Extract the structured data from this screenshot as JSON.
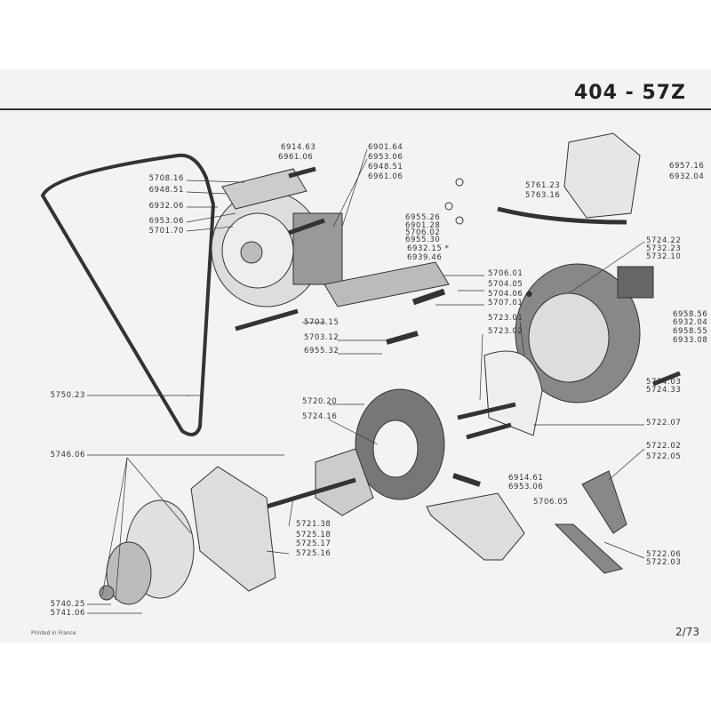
{
  "header": {
    "title": "404 - 57Z"
  },
  "footer": {
    "printed": "Printed in France",
    "page": "2/73"
  },
  "labels": {
    "l5708_16": "5708.16",
    "l6948_51a": "6948.51",
    "l6932_06": "6932.06",
    "l6953_06a": "6953.06",
    "l5701_70": "5701.70",
    "l5750_23": "5750.23",
    "l5746_06": "5746.06",
    "l5740_25": "5740.25",
    "l5741_06": "5741.06",
    "l6914_63": "6914.63",
    "l6961_06a": "6961.06",
    "l6901_64": "6901.64",
    "l6953_06b": "6953.06",
    "l6948_51b": "6948.51",
    "l6961_06b": "6961.06",
    "l6955_26": "6955.26",
    "l6901_28": "6901.28",
    "l5706_02": "5706.02",
    "l6955_30": "6955.30",
    "l6932_15": "6932.15 *",
    "l6939_46": "6939.46",
    "l5703_15": "5703.15",
    "l5703_12": "5703.12",
    "l6955_32": "6955.32",
    "l5706_01": "5706.01",
    "l5704_05": "5704.05",
    "l5704_06": "5704.06 ●",
    "l5707_01": "5707.01",
    "l5723_01": "5723.01",
    "l5723_02": "5723.02",
    "l5761_23": "5761.23",
    "l5763_16": "5763.16",
    "l6957_16": "6957.16",
    "l6932_04a": "6932.04",
    "l5724_22": "5724.22",
    "l5732_23": "5732.23",
    "l5732_10": "5732.10",
    "l6958_56": "6958.56",
    "l6932_04b": "6932.04",
    "l6958_55": "6958.55",
    "l6933_08": "6933.08",
    "l5734_03": "5734.03",
    "l5724_33": "5724.33",
    "l5722_07": "5722.07",
    "l5720_20": "5720.20",
    "l5724_16": "5724.16",
    "l5721_38": "5721.38",
    "l5725_18": "5725.18",
    "l5725_17": "5725.17",
    "l5725_16": "5725.16",
    "l6914_61": "6914.61",
    "l6953_06c": "6953.06",
    "l5706_05": "5706.05",
    "l5722_02": "5722.02",
    "l5722_05": "5722.05",
    "l5722_06": "5722.06",
    "l5722_03": "5722.03"
  }
}
